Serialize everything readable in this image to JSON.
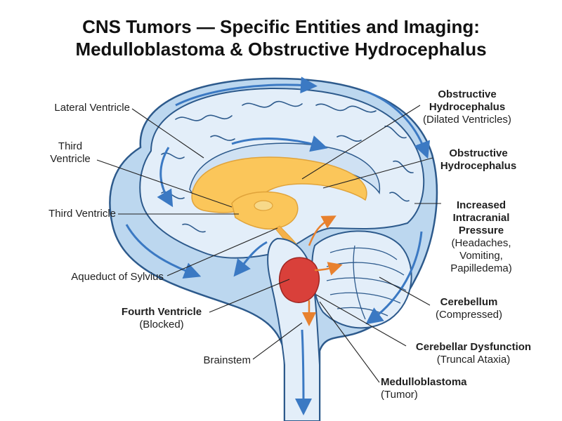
{
  "title": {
    "line1": "CNS Tumors — Specific Entities and Imaging:",
    "line2": "Medulloblastoma & Obstructive Hydrocephalus"
  },
  "labels": {
    "lateral_ventricle": "Lateral Ventricle",
    "third_ventricle_top": "Third\nVentricle",
    "third_ventricle": "Third Ventricle",
    "aqueduct": "Aqueduct of Sylvius",
    "fourth_ventricle": {
      "bold": "Fourth Ventricle",
      "sub": "(Blocked)"
    },
    "brainstem": "Brainstem",
    "obstructive_dilated": {
      "bold": "Obstructive\nHydrocephalus",
      "sub": "(Dilated Ventricles)"
    },
    "obstructive": {
      "bold": "Obstructive\nHydrocephalus"
    },
    "icp": {
      "bold": "Increased\nIntracranial\nPressure",
      "sub": "(Headaches,\nVomiting,\nPapilledema)"
    },
    "cerebellum": {
      "bold": "Cerebellum",
      "sub": "(Compressed)"
    },
    "cerebellar_dysfunction": {
      "bold": "Cerebellar Dysfunction",
      "sub": "(Truncal Ataxia)"
    },
    "medulloblastoma": {
      "bold": "Medulloblastoma",
      "sub": "(Tumor)"
    }
  },
  "colors": {
    "csf_blue": "#bcd7ef",
    "brain_fill": "#e3eef9",
    "outline": "#2d5a8c",
    "ventricle": "#fbc65a",
    "tumor": "#d9403a",
    "flow_arrow": "#3b79c3",
    "obstruction_arrow": "#e8812e"
  }
}
